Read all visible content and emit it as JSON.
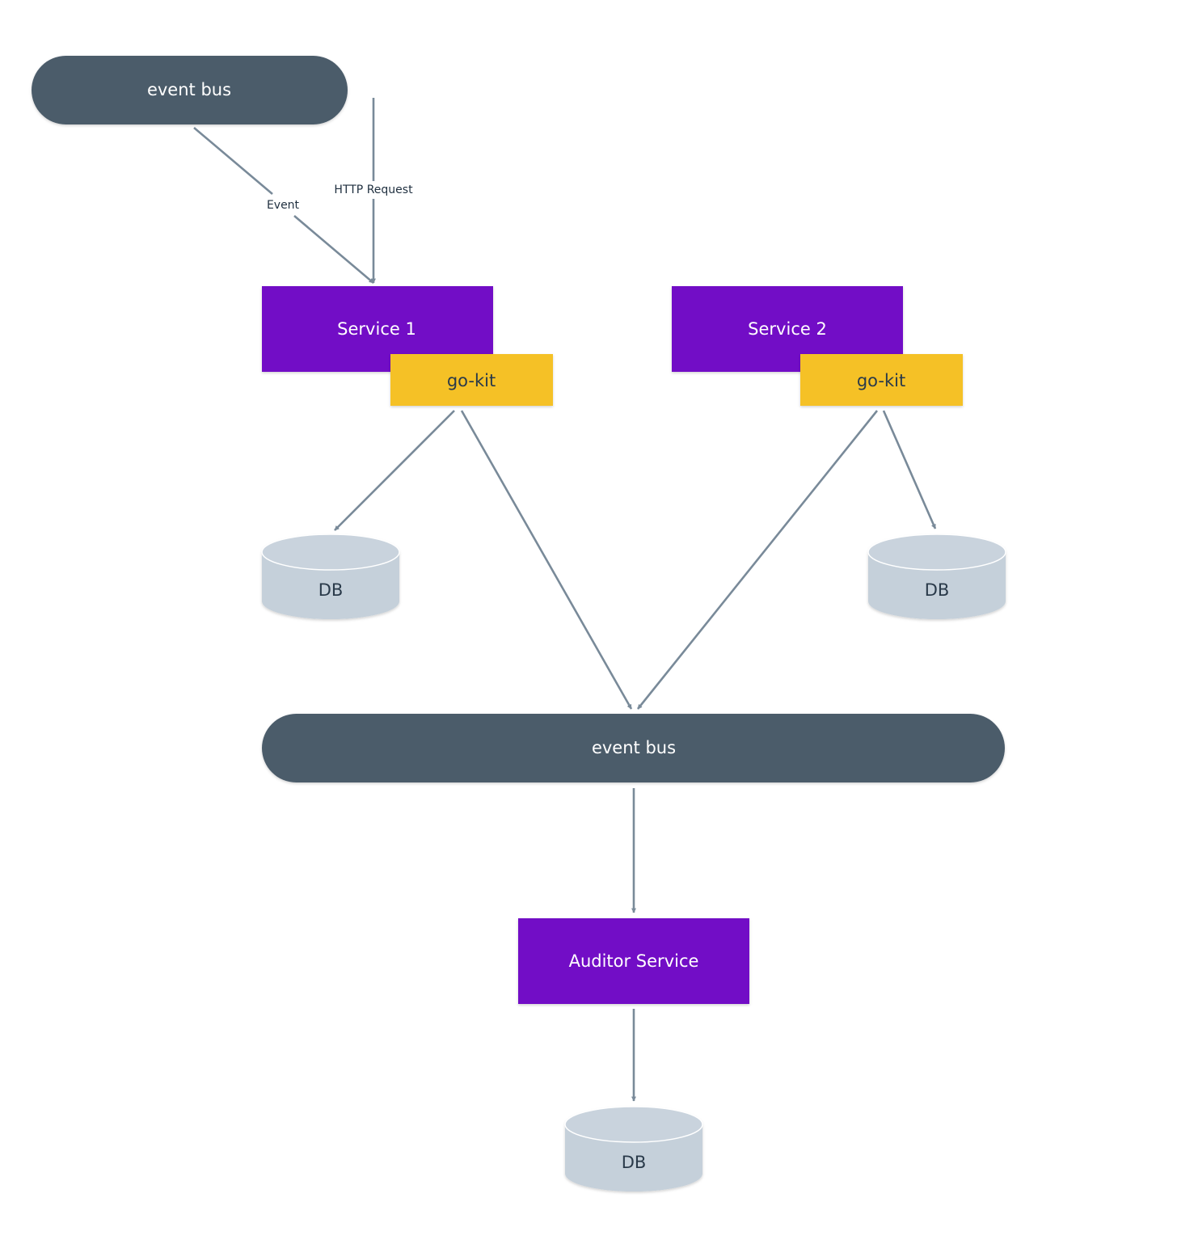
{
  "colors": {
    "bus": "#4b5c6b",
    "service": "#7210c6",
    "gokit": "#f5c127",
    "db": "#c5d0da",
    "db_top": "#c9d3dd",
    "db_rim": "#ffffff",
    "edge": "#798a99",
    "dark_text": "#2a3a4a",
    "light_text": "#ffffff",
    "label_text": "#1f2f3f",
    "background": "#ffffff"
  },
  "nodes": {
    "top_bus": {
      "label": "event bus"
    },
    "service1": {
      "label": "Service 1"
    },
    "gokit1": {
      "label": "go-kit"
    },
    "service2": {
      "label": "Service 2"
    },
    "gokit2": {
      "label": "go-kit"
    },
    "db1": {
      "label": "DB"
    },
    "db2": {
      "label": "DB"
    },
    "main_bus": {
      "label": "event bus"
    },
    "auditor": {
      "label": "Auditor Service"
    },
    "db3": {
      "label": "DB"
    }
  },
  "edges": {
    "event_label": "Event",
    "http_label": "HTTP Request"
  }
}
